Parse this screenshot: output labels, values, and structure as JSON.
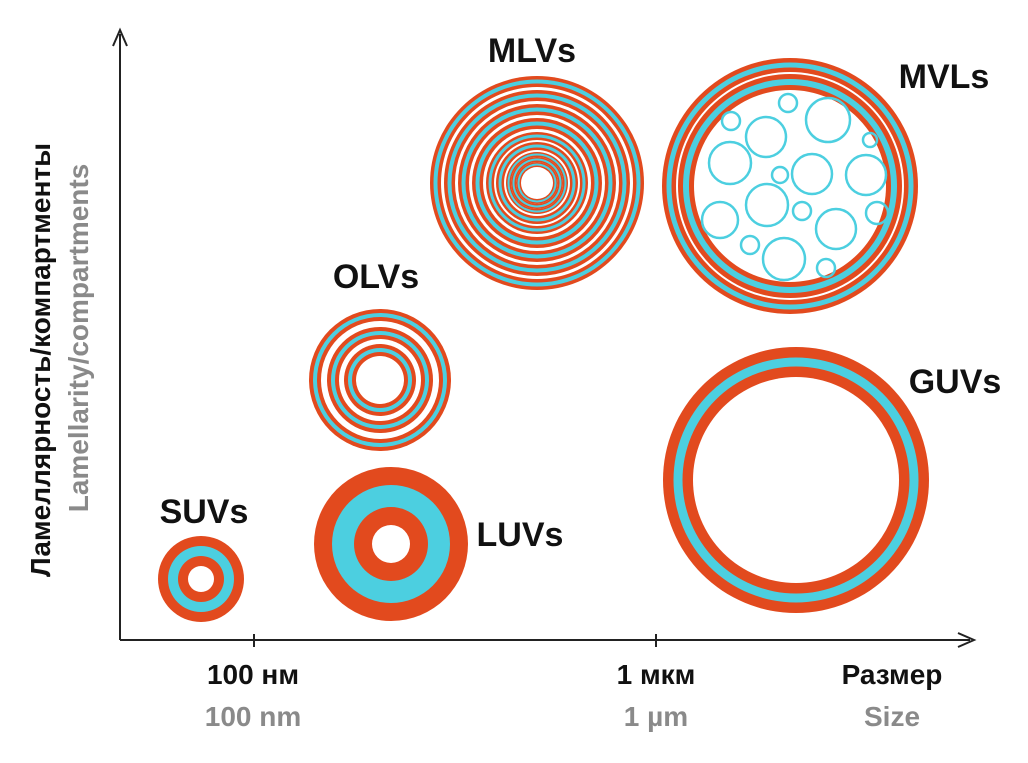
{
  "colors": {
    "lipid_outer": "#e24a1e",
    "lipid_inner": "#4ccfe0",
    "core": "#ffffff",
    "axis": "#222222",
    "label_primary": "#111111",
    "label_secondary": "#8a8a8a"
  },
  "axes": {
    "y_label_ru": "Ламеллярность/компартменты",
    "y_label_en": "Lamellarity/compartments",
    "x_ticks": [
      {
        "label_ru": "100 нм",
        "label_en": "100 nm"
      },
      {
        "label_ru": "1 мкм",
        "label_en": "1 µm"
      }
    ],
    "x_label_ru": "Размер",
    "x_label_en": "Size"
  },
  "vesicles": [
    {
      "id": "suv",
      "label": "SUVs"
    },
    {
      "id": "luv",
      "label": "LUVs"
    },
    {
      "id": "olv",
      "label": "OLVs"
    },
    {
      "id": "mlv",
      "label": "MLVs"
    },
    {
      "id": "guv",
      "label": "GUVs"
    },
    {
      "id": "mvl",
      "label": "MVLs"
    }
  ]
}
